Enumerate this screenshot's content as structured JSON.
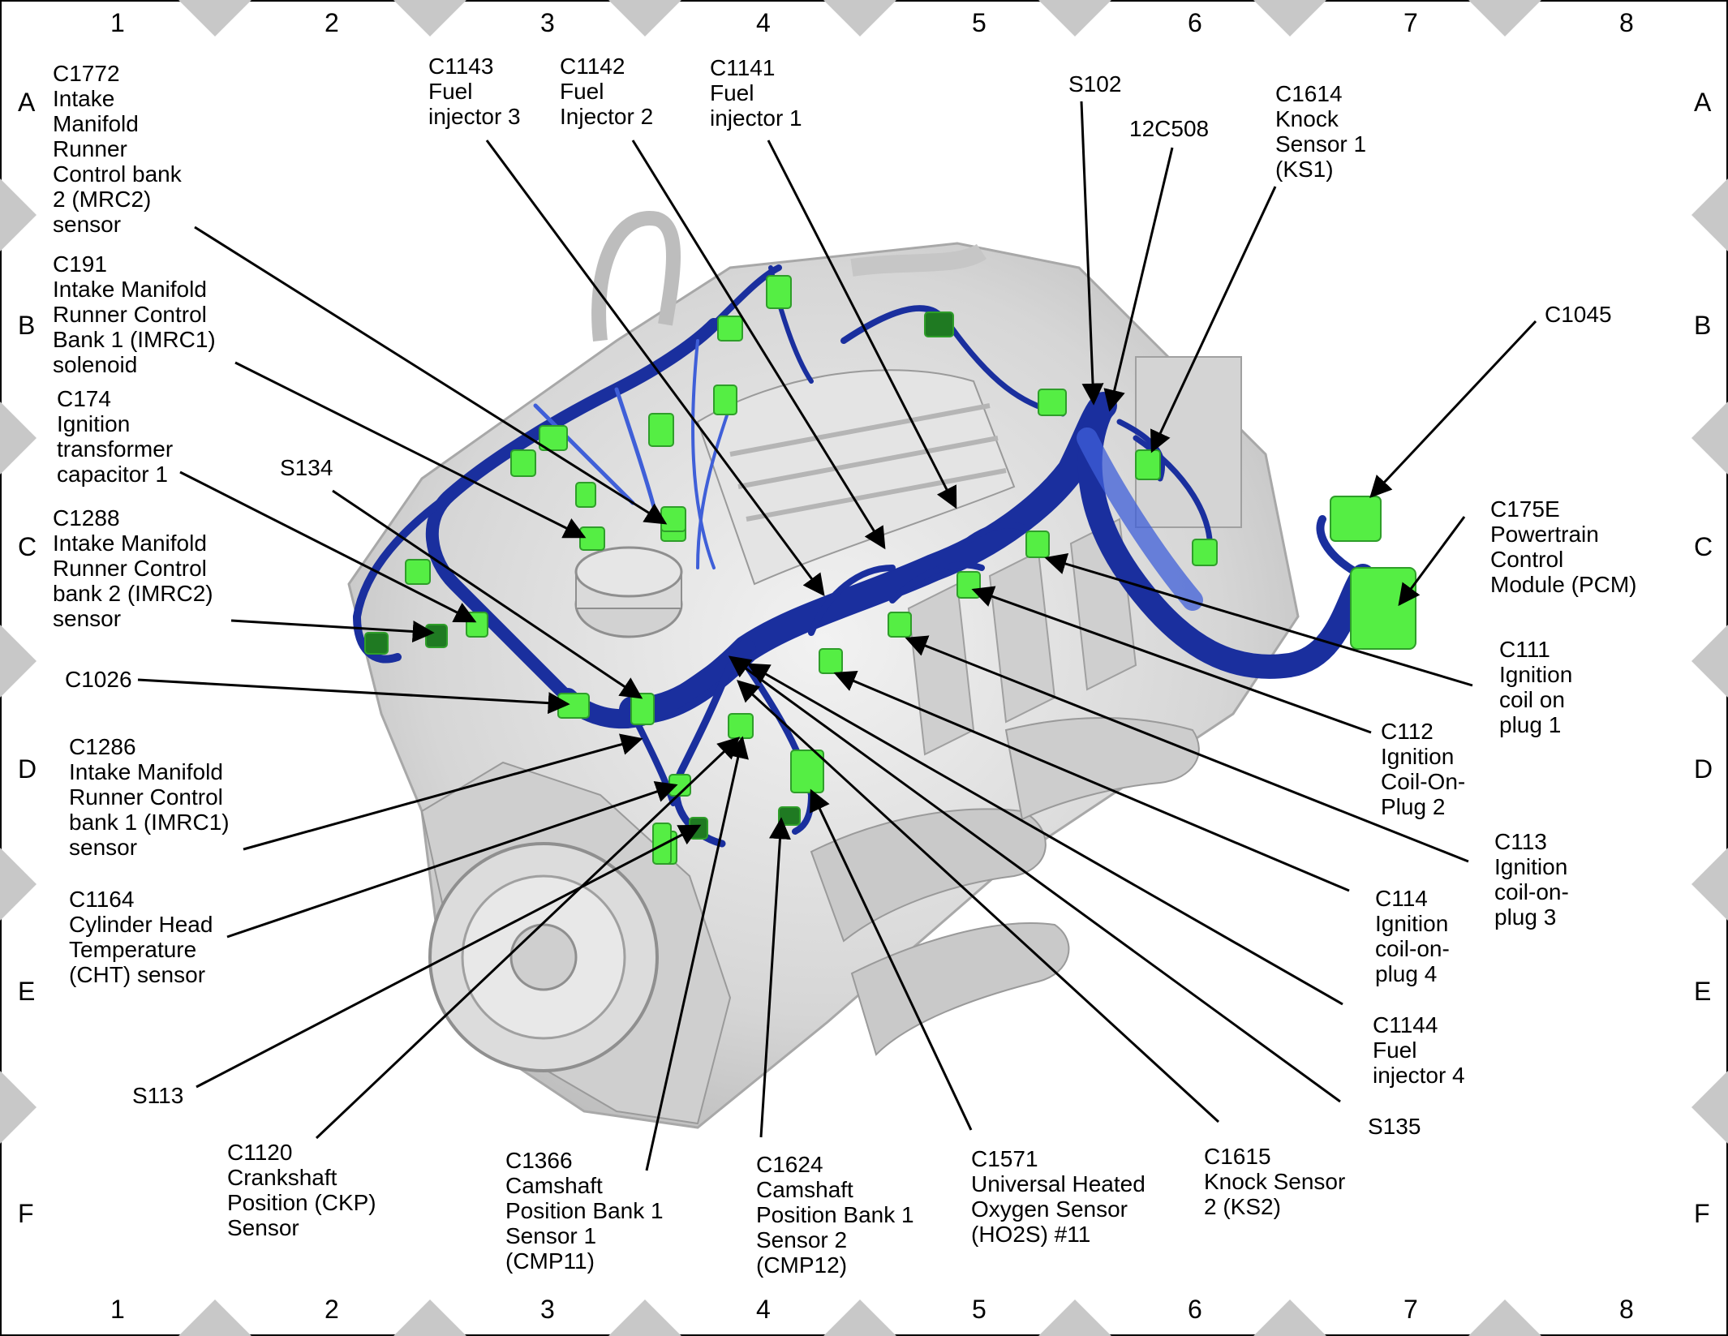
{
  "grid": {
    "columns": [
      "1",
      "2",
      "3",
      "4",
      "5",
      "6",
      "7",
      "8"
    ],
    "rows": [
      "A",
      "B",
      "C",
      "D",
      "E",
      "F"
    ]
  },
  "colors": {
    "harness": "#1a2f9e",
    "harness_highlight": "#3f5fd8",
    "connector": "#55ee44",
    "connector_dark": "#1f7a22",
    "engine": "#d9d9d9",
    "border_diamond": "#c8c8c8"
  },
  "callouts": {
    "c1772": "C1772\nIntake\nManifold\nRunner\nControl bank\n2 (MRC2)\nsensor",
    "c191": "C191\nIntake Manifold\nRunner Control\nBank 1 (IMRC1)\nsolenoid",
    "c174": "C174\nIgnition\ntransformer\ncapacitor 1",
    "s134": "S134",
    "c1288": "C1288\nIntake Manifold\nRunner Control\nbank 2 (IMRC2)\nsensor",
    "c1026": "C1026",
    "c1286": "C1286\nIntake Manifold\nRunner Control\nbank 1 (IMRC1)\nsensor",
    "c1164": "C1164\nCylinder Head\nTemperature\n(CHT) sensor",
    "s113": "S113",
    "c1120": "C1120\nCrankshaft\nPosition (CKP)\nSensor",
    "c1366": "C1366\nCamshaft\nPosition Bank 1\nSensor 1\n(CMP11)",
    "c1624": "C1624\nCamshaft\nPosition Bank 1\nSensor 2\n(CMP12)",
    "c1571": "C1571\nUniversal Heated\nOxygen Sensor\n(HO2S) #11",
    "c1615": "C1615\nKnock Sensor\n2 (KS2)",
    "s135": "S135",
    "c1144": "C1144\nFuel\ninjector 4",
    "c114": "C114\nIgnition\ncoil-on-\nplug 4",
    "c113": "C113\nIgnition\ncoil-on-\nplug 3",
    "c112": "C112\nIgnition\nCoil-On-\nPlug 2",
    "c111": "C111\nIgnition\ncoil on\nplug 1",
    "c175e": "C175E\nPowertrain\nControl\nModule (PCM)",
    "c1045": "C1045",
    "c1614": "C1614\nKnock\nSensor 1\n(KS1)",
    "c12c508": "12C508",
    "s102": "S102",
    "c1141": "C1141\nFuel\ninjector 1",
    "c1142": "C1142\nFuel\nInjector 2",
    "c1143": "C1143\nFuel\ninjector 3"
  }
}
